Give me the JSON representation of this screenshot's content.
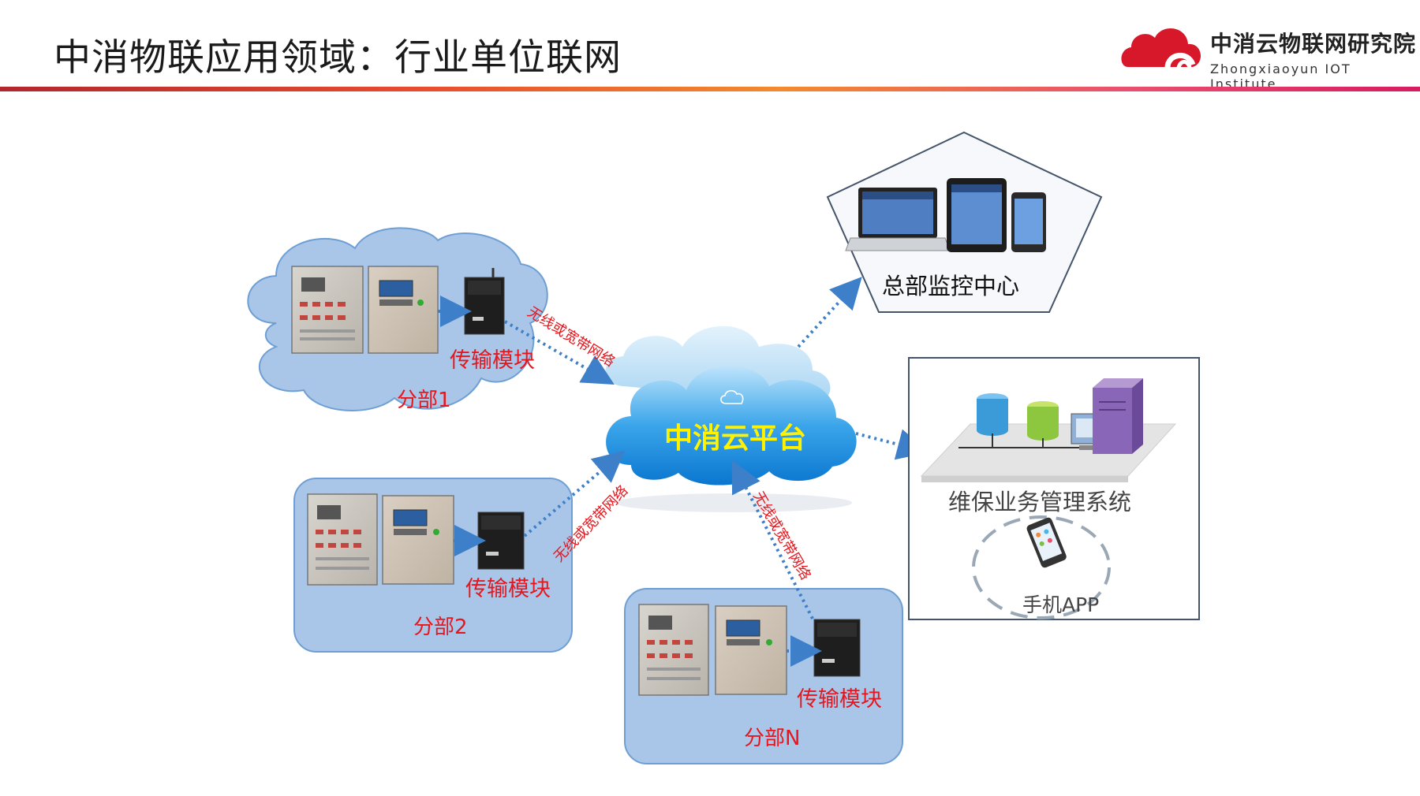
{
  "header": {
    "title": "中消物联应用领域：行业单位联网",
    "brand_cn": "中消云物联网研究院",
    "brand_en": "Zhongxiaoyun IOT Institute"
  },
  "branches": [
    {
      "name": "分部1",
      "module_label": "传输模块"
    },
    {
      "name": "分部2",
      "module_label": "传输模块"
    },
    {
      "name": "分部N",
      "module_label": "传输模块"
    }
  ],
  "network_label": "无线或宽带网络",
  "platform": {
    "label": "中消云平台"
  },
  "hq": {
    "label": "总部监控中心"
  },
  "system": {
    "label": "维保业务管理系统",
    "app_label": "手机APP"
  },
  "colors": {
    "accent_red": "#e8151c",
    "platform_text": "#fff200",
    "arrow": "#3d7fc9",
    "branch_fill": "#a9c6e8"
  }
}
